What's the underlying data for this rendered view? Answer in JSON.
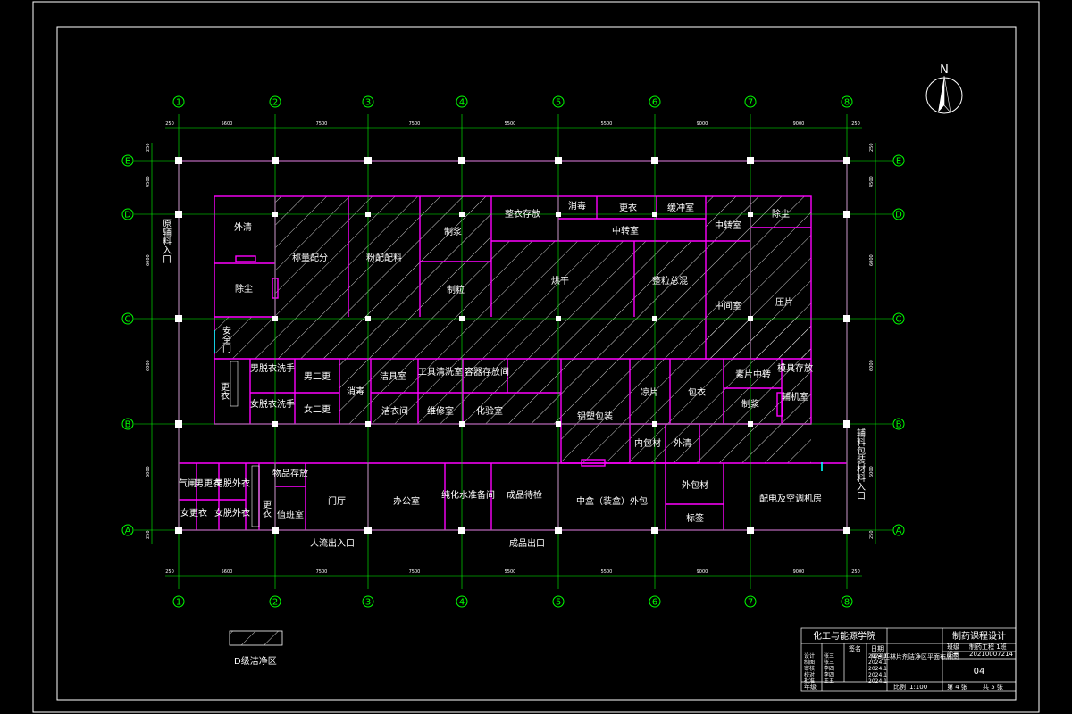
{
  "compass": {
    "label": "N"
  },
  "axes": {
    "columns": [
      "1",
      "2",
      "3",
      "4",
      "5",
      "6",
      "7",
      "8"
    ],
    "rows_right": [
      "E",
      "D",
      "C",
      "B",
      "A"
    ],
    "rows_left": [
      "E",
      "D",
      "C",
      "B",
      "A"
    ]
  },
  "dimensions": {
    "top": [
      "250",
      "5600",
      "7500",
      "7500",
      "5500",
      "5500",
      "9000",
      "9000",
      "250"
    ],
    "bottom": [
      "250",
      "5600",
      "7500",
      "7500",
      "5500",
      "5500",
      "9000",
      "9000",
      "250"
    ],
    "left": [
      "250",
      "4500",
      "6000",
      "6000",
      "6000",
      "250"
    ],
    "right": [
      "250",
      "4500",
      "6000",
      "6000",
      "6000",
      "250"
    ]
  },
  "rooms": {
    "raw_material_entry": "原辅料入口",
    "outer_clean": "外清",
    "dust_removal_1": "除尘",
    "weigh_dispense": "称量配分",
    "ingredients": "粉配配料",
    "granulate": "制浆",
    "granulate2": "制粒",
    "clean_storage": "整衣存放",
    "disinfect": "消毒",
    "change": "更衣",
    "buffer": "缓冲室",
    "mid_store": "中转室",
    "mid_store2": "中转室",
    "dust_removal_2": "除尘",
    "drying": "烘干",
    "total_mix": "整粒总混",
    "intermediate": "中间室",
    "compress": "压片",
    "safety_exit": "安全门",
    "men_remove": "男脱衣洗手",
    "men_second": "男二更",
    "women_remove": "女脱衣洗手",
    "women_second": "女二更",
    "change_stairs": "更衣",
    "disinfect2": "消毒",
    "tool_clean": "洁具室",
    "tool_wash": "工具清洗室",
    "container_store": "容器存放间",
    "clean_clothes": "洁衣间",
    "maintenance": "维修室",
    "lab": "化验室",
    "inner_pack": "铝塑包装",
    "coating": "凉片",
    "pack": "包衣",
    "tablet_mid": "素片中转",
    "mold_store": "模具存放",
    "coating_prep": "制浆",
    "aux_room": "辅机室",
    "inner_pack_mat": "内包材",
    "outer_clean2": "外清",
    "aux_entry": "辅料包装材料入口",
    "air_lock": "气闸",
    "men_change": "男更衣",
    "men_outer": "男脱外衣",
    "women_change": "女更衣",
    "women_outer": "女脱外衣",
    "change2": "更衣",
    "goods_store": "物品存放",
    "duty_room": "值班室",
    "lobby": "门厅",
    "office": "办公室",
    "pure_water": "纯化水准备间",
    "finished_goods": "成品待检",
    "outer_pack": "中盒（装盒）外包",
    "outer_pack_mat": "外包材",
    "labeling": "标签",
    "power": "配电及空调机房",
    "people_entry": "人流出入口",
    "product_exit": "成品出口"
  },
  "legend": {
    "label": "D级洁净区"
  },
  "title_block": {
    "school": "化工与能源学院",
    "course": "制药课程设计",
    "drawing_title": "阿司匹林片剂洁净区平面布局图",
    "number": "04",
    "scale_label": "比例",
    "scale": "1:100",
    "sheet": "第 4 张",
    "total": "共 5 张",
    "rows": [
      [
        "设计",
        "张三",
        "2024.1"
      ],
      [
        "制图",
        "张三",
        "2024.1"
      ],
      [
        "审核",
        "李四",
        "2024.1"
      ],
      [
        "校对",
        "李四",
        "2024.1"
      ],
      [
        "批准",
        "王五",
        "2024.1"
      ]
    ],
    "right_top": [
      "班级",
      "制药工程 1班"
    ],
    "right_mid": [
      "学号",
      "20210007214"
    ],
    "col_heads": [
      "签名",
      "日期"
    ],
    "year_label": "年级"
  },
  "colors": {
    "wall": "#ff00ff",
    "axis": "#00ff00",
    "frame": "#ffffff",
    "door": "#00ffff"
  }
}
